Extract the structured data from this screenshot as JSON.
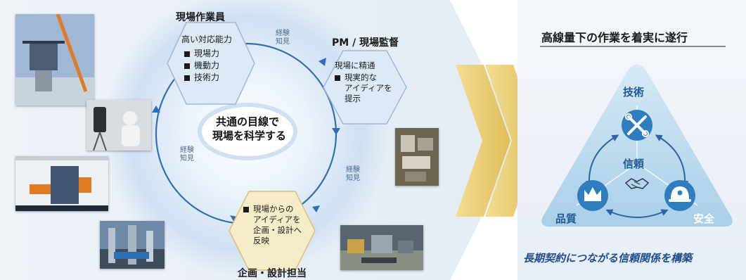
{
  "cycle": {
    "center_line1": "共通の目線で",
    "center_line2": "現場を科学する",
    "field_worker": {
      "role": "現場作業員",
      "heading": "高い対応能力",
      "items": [
        "現場力",
        "機動力",
        "技術力"
      ]
    },
    "pm": {
      "role": "PM / 現場監督",
      "heading": "現場に精通",
      "bullet_lines": [
        "現実的な",
        "アイディアを",
        "提示"
      ]
    },
    "planning": {
      "role": "企画・設計担当",
      "bullet_lines": [
        "現場からの",
        "アイディアを",
        "企画・設計へ",
        "反映"
      ]
    },
    "arrow_labels": {
      "top": [
        "経験",
        "知見"
      ],
      "left": [
        "経験",
        "知見"
      ],
      "right": [
        "経験",
        "知見"
      ]
    }
  },
  "result": {
    "title": "高線量下の作業を着実に遂行",
    "technology": "技術",
    "trust": "信頼",
    "quality": "品質",
    "safety": "安全",
    "tagline": "長期契約につながる信頼関係を構築"
  },
  "colors": {
    "hex_fill": "#dde9f7",
    "hex_stroke": "#9fb7d6",
    "cycle_arrow": "#2f6fb5",
    "chevron": "#e6c76a",
    "triangle_fill": "#bfdcee",
    "icon_circle": "#2f7dbf",
    "title_blue": "#1f4f8f"
  },
  "icons": [
    "tools-icon",
    "crown-icon",
    "helmet-icon",
    "handshake-icon"
  ]
}
